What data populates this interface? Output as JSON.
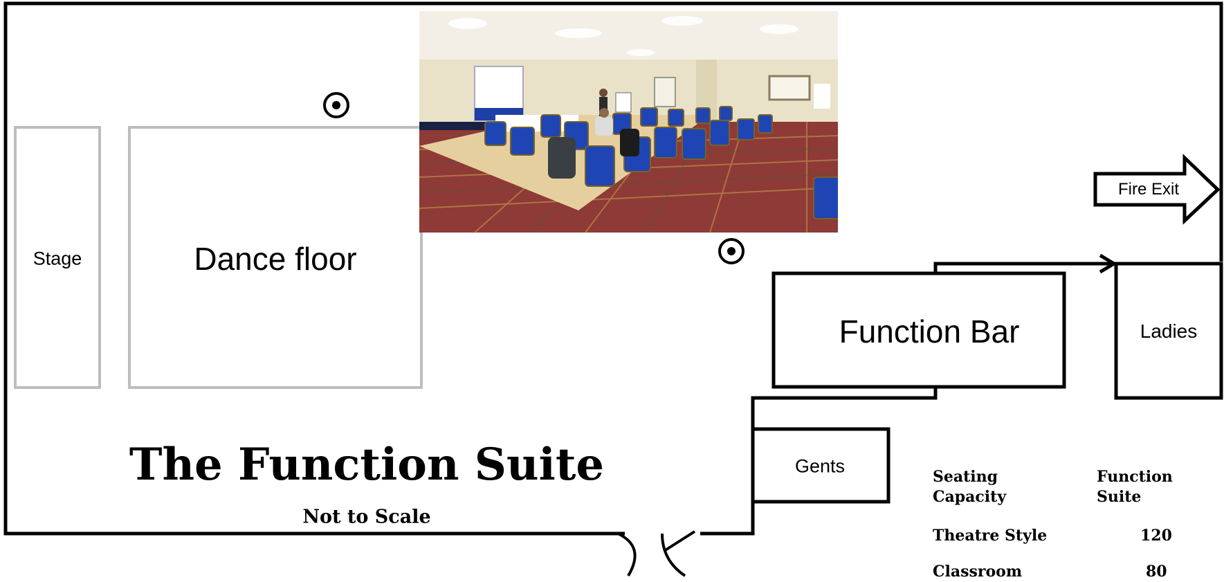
{
  "rooms": {
    "stage": "Stage",
    "dance_floor": "Dance floor",
    "function_bar": "Function Bar",
    "ladies": "Ladies",
    "gents": "Gents",
    "fire_exit": "Fire Exit"
  },
  "title": "The Function Suite",
  "subtitle": "Not to Scale",
  "capacity_table": {
    "header_left": "Seating Capacity",
    "header_right": "Function Suite",
    "rows": [
      {
        "style": "Theatre Style",
        "value": "120"
      },
      {
        "style": "Classroom",
        "value": "80"
      }
    ]
  },
  "colors": {
    "walls": "#000000",
    "stage_outline": "#bdbdbd",
    "carpet": "#8e3a36",
    "chair": "#1f45b5",
    "photo_wall": "#e9e2c9"
  },
  "icons": [
    "power-socket-icon",
    "power-socket-icon",
    "door-swing-icon",
    "fire-exit-arrow-icon"
  ]
}
